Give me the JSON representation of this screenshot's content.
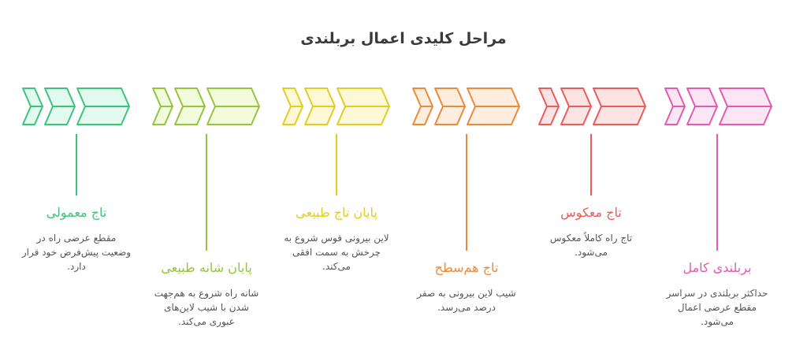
{
  "title": "مراحل کلیدی اعمال بربلندی",
  "stages": [
    {
      "title": "تاج معمولی",
      "desc": "مقطع عرضی راه در وضعیت پیش‌فرض خود قرار دارد.",
      "stroke": "#3cc47c",
      "fill": "#e3fbef"
    },
    {
      "title": "پایان شانه طبیعی",
      "desc": "شانه راه شروع به هم‌جهت شدن با شیب لاین‌های عبوری می‌کند.",
      "stroke": "#94c440",
      "fill": "#f2fbdc"
    },
    {
      "title": "پایان تاج طبیعی",
      "desc": "لاین بیرونی قوس شروع به چرخش به سمت افقی می‌کند.",
      "stroke": "#e3cc24",
      "fill": "#fdf8d6"
    },
    {
      "title": "تاج هم‌سطح",
      "desc": "شیب لاین بیرونی به صفر درصد می‌رسد.",
      "stroke": "#ec8a3a",
      "fill": "#fdeee0"
    },
    {
      "title": "تاج معکوس",
      "desc": "تاج راه کاملاً معکوس می‌شود.",
      "stroke": "#ec5a5a",
      "fill": "#fde4e4"
    },
    {
      "title": "بربلندی کامل",
      "desc": "حداکثر بربلندی در سراسر مقطع عرضی اعمال می‌شود.",
      "stroke": "#e55aad",
      "fill": "#fde6f3"
    }
  ]
}
